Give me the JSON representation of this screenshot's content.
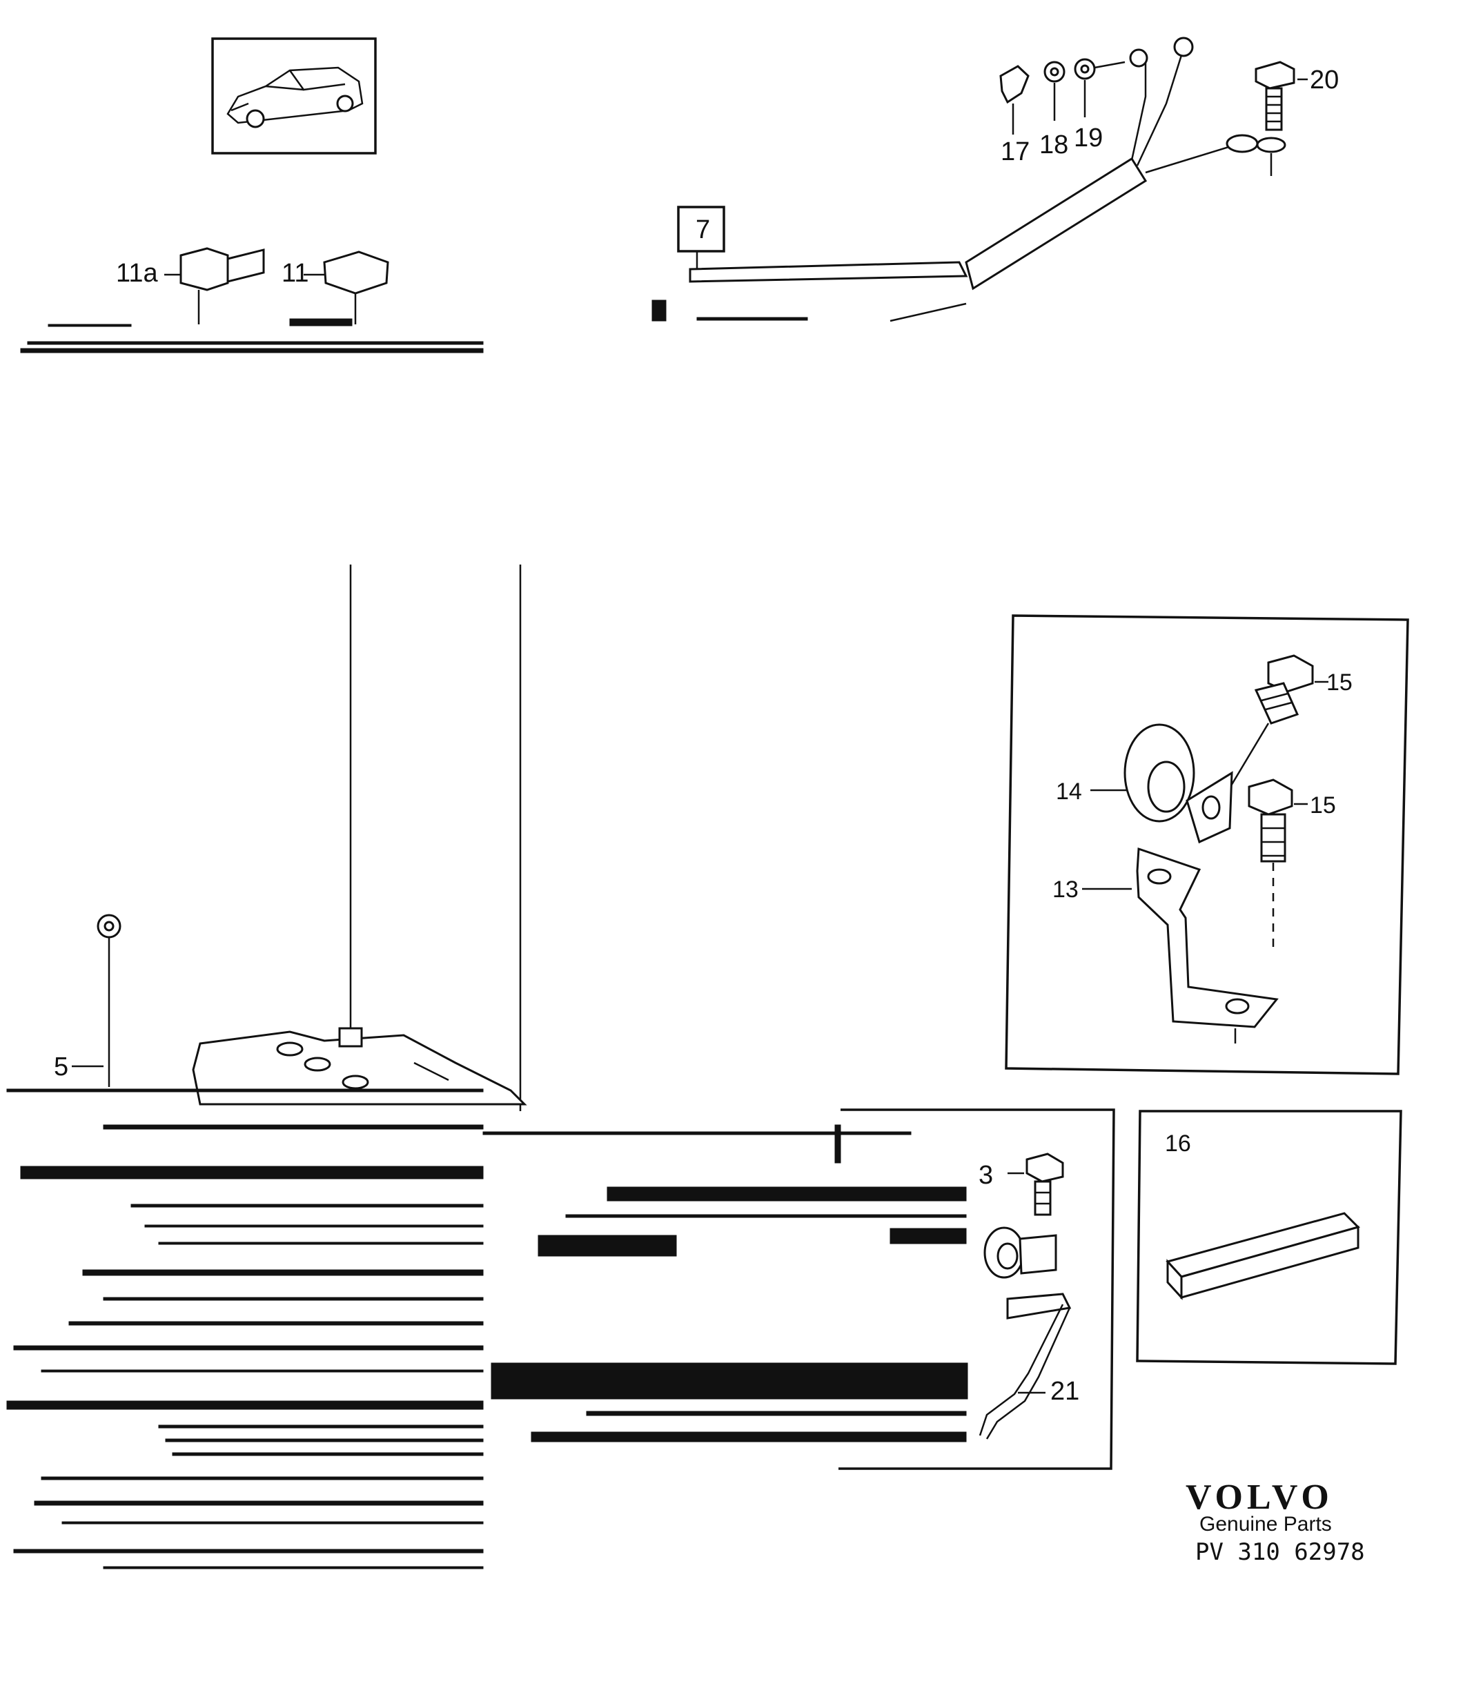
{
  "diagram": {
    "labels": {
      "p11a": "11a",
      "p11": "11",
      "p7": "7",
      "p17": "17",
      "p18": "18",
      "p19": "19",
      "p20": "20",
      "p15a": "15",
      "p15b": "15",
      "p14": "14",
      "p13": "13",
      "p5": "5",
      "p3": "3",
      "p21": "21",
      "p16": "16"
    },
    "branding": {
      "logo": "VOLVO",
      "subtitle": "Genuine Parts",
      "code": "PV 310 62978"
    }
  }
}
